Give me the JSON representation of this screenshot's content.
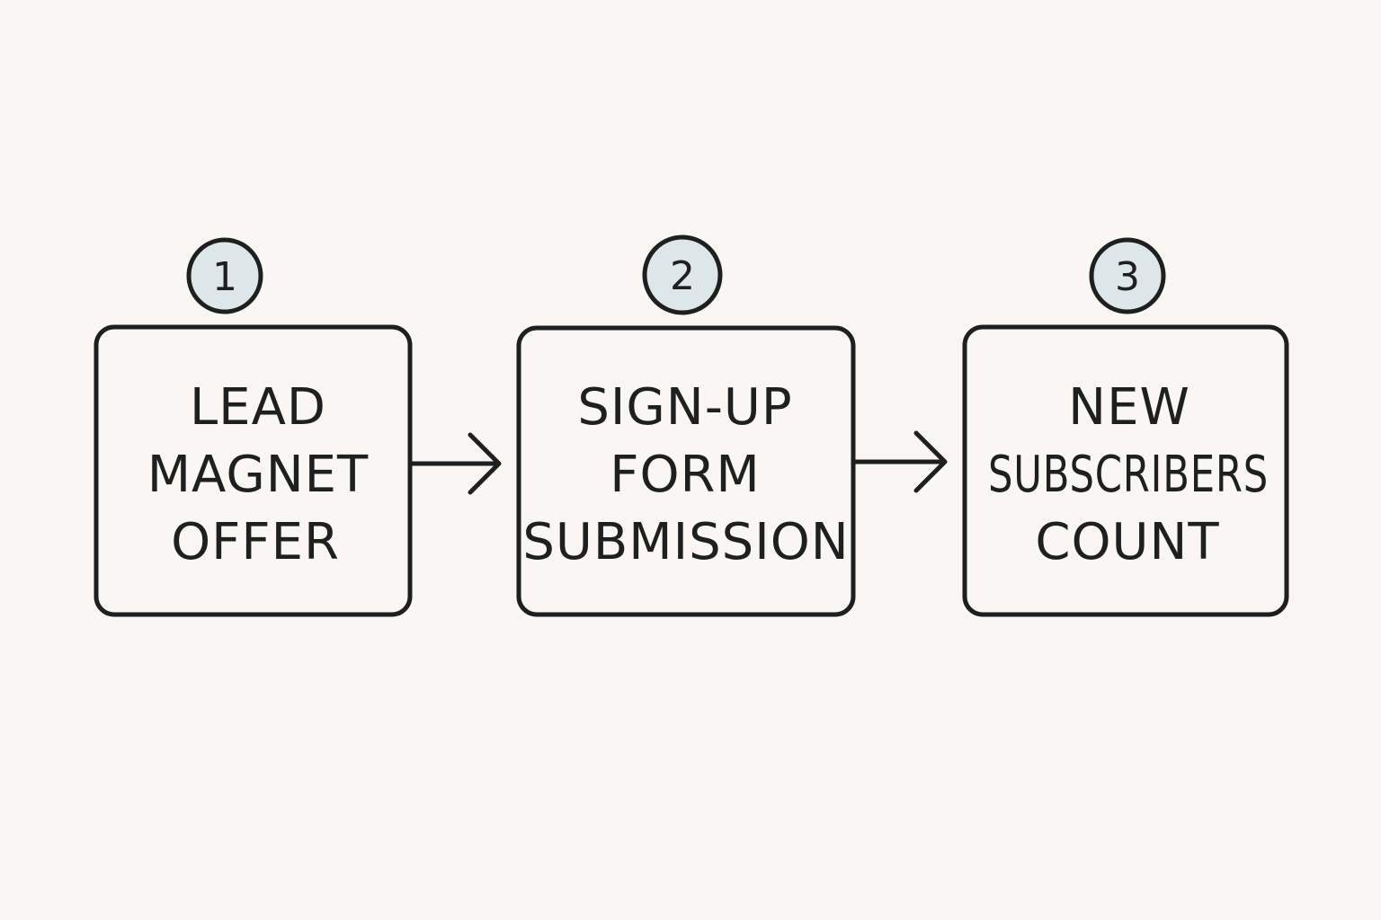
{
  "colors": {
    "background": "#f8f7f3",
    "ink": "#1f1f1f",
    "badge_fill": "#dde6e9"
  },
  "steps": [
    {
      "number": "1",
      "lines": [
        "LEAD",
        "MAGNET",
        "OFFER"
      ]
    },
    {
      "number": "2",
      "lines": [
        "SIGN-UP",
        "FORM",
        "SUBMISSION"
      ]
    },
    {
      "number": "3",
      "lines": [
        "NEW",
        "SUBSCRIBERS",
        "COUNT"
      ]
    }
  ],
  "connectors": [
    {
      "from": "1",
      "to": "2"
    },
    {
      "from": "2",
      "to": "3"
    }
  ]
}
